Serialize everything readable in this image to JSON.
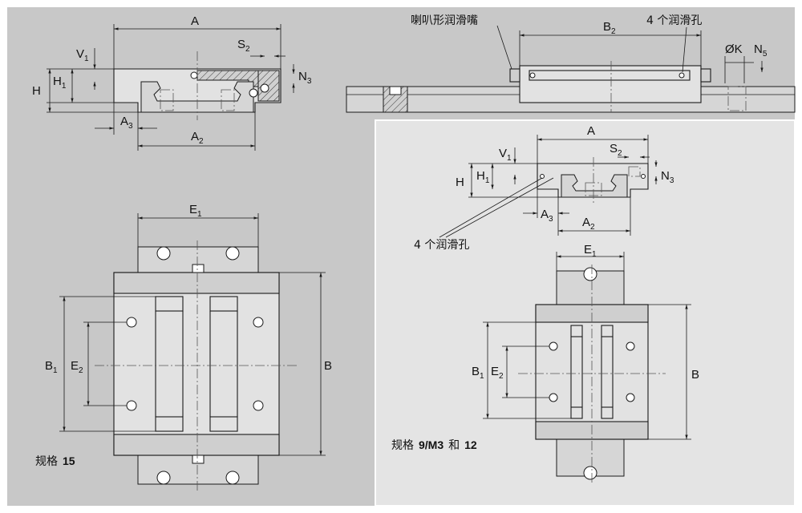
{
  "colors": {
    "background": "#c8c8c8",
    "panel": "#e4e4e4",
    "part": "#e2e2e2",
    "line": "#1a1a1a"
  },
  "top_left": {
    "dims": {
      "A": "A",
      "V": "V",
      "V_sub": "1",
      "S": "S",
      "S_sub": "2",
      "H": "H",
      "H1": "H",
      "H1_sub": "1",
      "N": "N",
      "N_sub": "3",
      "A3": "A",
      "A3_sub": "3",
      "A2": "A",
      "A2_sub": "2"
    }
  },
  "top_right": {
    "labels": {
      "grease_nipple": "喇叭形润滑嘴",
      "lube_holes": "4 个润滑孔"
    },
    "dims": {
      "B": "B",
      "B_sub": "2",
      "K": "ØK",
      "N": "N",
      "N_sub": "5"
    }
  },
  "bottom_left": {
    "dims": {
      "E": "E",
      "E1_sub": "1",
      "E2_sub": "2",
      "B": "B",
      "B1_sub": "1"
    },
    "caption": {
      "prefix": "规格",
      "size": "15"
    }
  },
  "bottom_right": {
    "dims": {
      "A": "A",
      "V": "V",
      "V_sub": "1",
      "S": "S",
      "S_sub": "2",
      "H": "H",
      "H1_sub": "1",
      "N": "N",
      "N_sub": "3",
      "A3_sub": "3",
      "A2_sub": "2",
      "E": "E",
      "E1_sub": "1",
      "E2_sub": "2",
      "B": "B",
      "B1_sub": "1"
    },
    "labels": {
      "lube_holes": "4 个润滑孔"
    },
    "caption": {
      "prefix": "规格",
      "sizes": "9/M3",
      "and": "和",
      "size2": "12"
    }
  }
}
